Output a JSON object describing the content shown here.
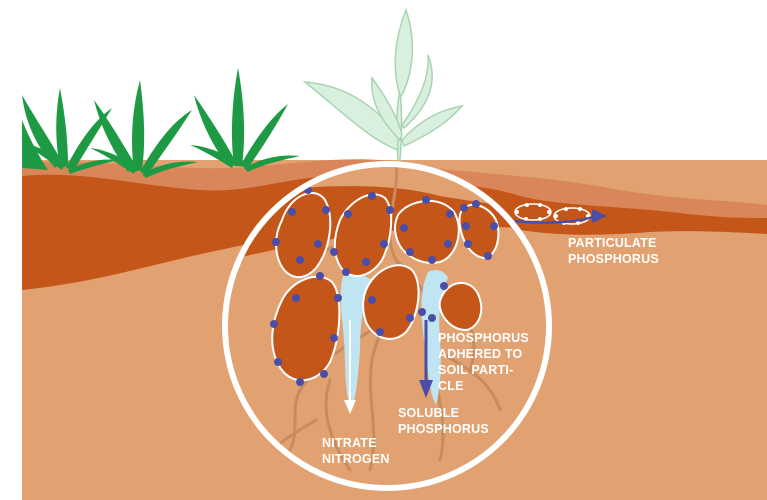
{
  "diagram": {
    "labels": {
      "particulate": [
        "PARTICULATE",
        "PHOSPHORUS"
      ],
      "adhered": [
        "PHOSPHORUS",
        "ADHERED TO",
        "SOIL PARTI-",
        "CLE"
      ],
      "soluble": [
        "SOLUBLE",
        "PHOSPHORUS"
      ],
      "nitrate": [
        "NITRATE",
        "NITROGEN"
      ]
    },
    "colors": {
      "soil_subsoil": "#E2A170",
      "soil_topsoil": "#C4561A",
      "soil_surface": "#D9875A",
      "particle": "#C4561A",
      "phosphorus_dot": "#4A4EA6",
      "water": "#BFE4F2",
      "nitrate_arrow": "#FFFFFF",
      "phosphorus_arrow": "#4A4EA6",
      "grass": "#1E9A45",
      "seedling": "#D9F0DE",
      "seedling_outline": "#A9D4B2",
      "root": "#C88B5E",
      "magnifier_ring": "#FFFFFF"
    },
    "icons": [
      "grass-tuft-icon",
      "seedling-icon"
    ]
  }
}
